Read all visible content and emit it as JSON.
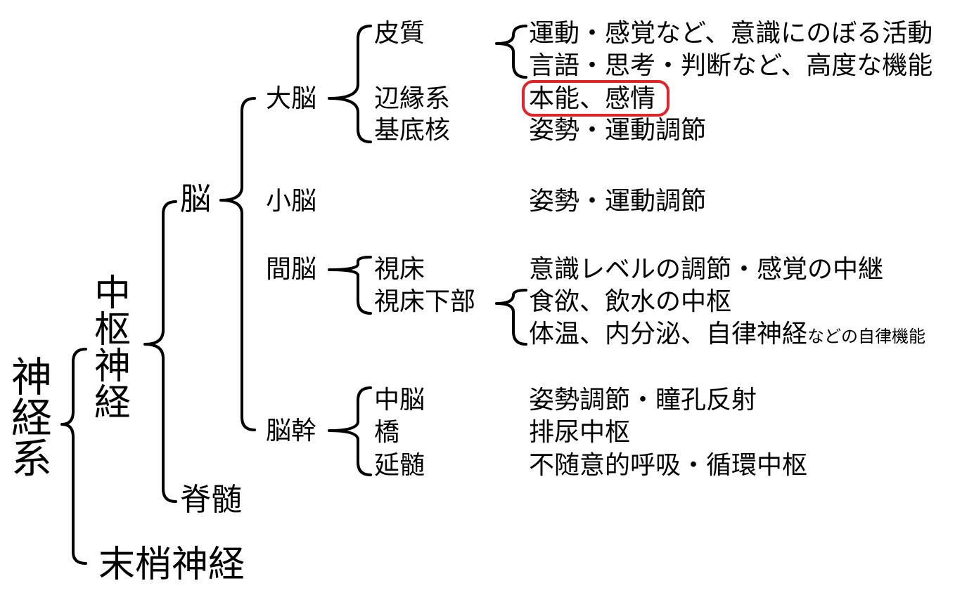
{
  "root": {
    "label": "神経系"
  },
  "cns": {
    "label": "中枢神経"
  },
  "pns": {
    "label": "末梢神経"
  },
  "brain": {
    "label": "脳"
  },
  "spinal": {
    "label": "脊髄"
  },
  "cerebrum": {
    "label": "大脳",
    "cortex": {
      "label": "皮質",
      "functions": [
        "運動・感覚など、意識にのぼる活動",
        "言語・思考・判断など、高度な機能"
      ]
    },
    "limbic": {
      "label": "辺縁系",
      "function": "本能、感情"
    },
    "basal": {
      "label": "基底核",
      "function": "姿勢・運動調節"
    }
  },
  "cerebellum": {
    "label": "小脳",
    "function": "姿勢・運動調節"
  },
  "diencephalon": {
    "label": "間脳",
    "thalamus": {
      "label": "視床",
      "function": "意識レベルの調節・感覚の中継"
    },
    "hypothalamus": {
      "label": "視床下部",
      "functions": [
        "食欲、飲水の中枢",
        "体温、内分泌、自律神経"
      ],
      "functions_suffix": "などの自律機能"
    }
  },
  "brainstem": {
    "label": "脳幹",
    "midbrain": {
      "label": "中脳",
      "function": "姿勢調節・瞳孔反射"
    },
    "pons": {
      "label": "橋",
      "function": "排尿中枢"
    },
    "medulla": {
      "label": "延髄",
      "function": "不随意的呼吸・循環中枢"
    }
  },
  "highlight": {
    "color": "#e0242a"
  }
}
